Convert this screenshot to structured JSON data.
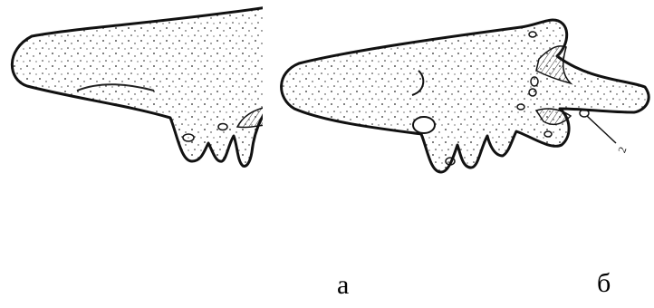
{
  "figure": {
    "panels": [
      {
        "id": "a",
        "caption": "а"
      },
      {
        "id": "b",
        "caption": "б",
        "annotations": [
          "2"
        ]
      }
    ],
    "stroke_color": "#111111",
    "background_color": "#ffffff"
  }
}
